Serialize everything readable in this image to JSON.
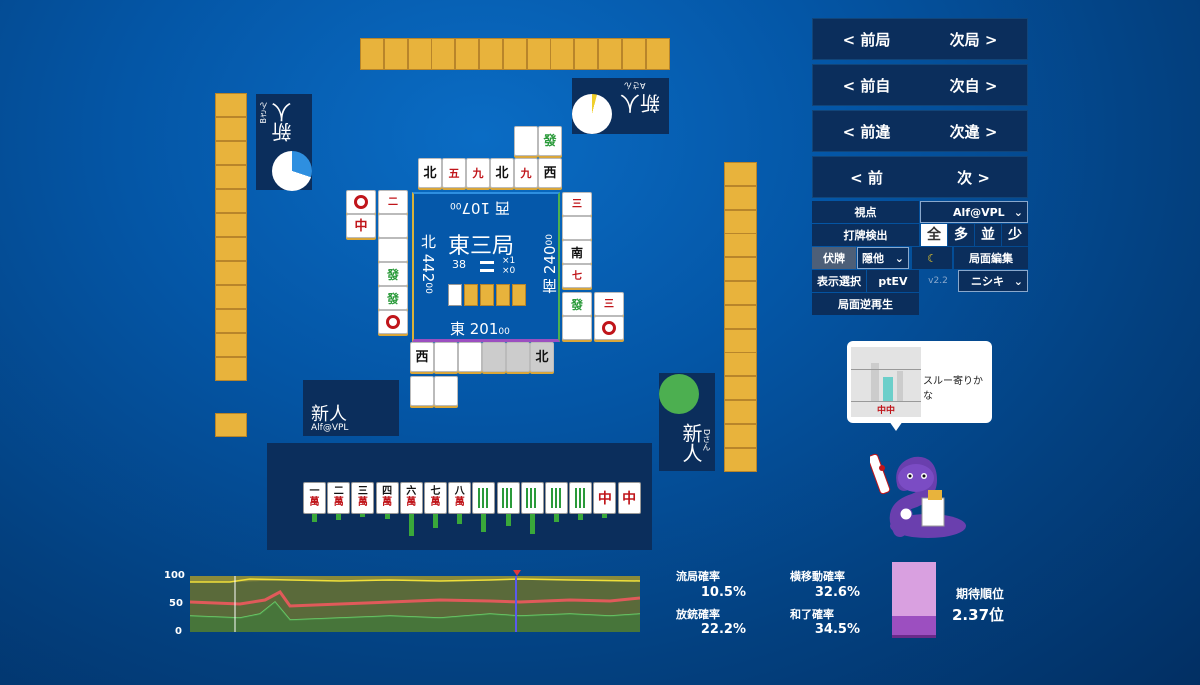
{
  "nav": {
    "prev_round": "< 前局",
    "next_round": "次局 >",
    "prev_self": "< 前自",
    "next_self": "次自 >",
    "prev_diff": "< 前違",
    "next_diff": "次違 >",
    "prev": "< 前",
    "next": "次 >"
  },
  "settings": {
    "viewpoint_label": "視点",
    "viewpoint_value": "Alf@VPL",
    "discard_detect_label": "打牌検出",
    "detect_options": [
      "全",
      "多",
      "並",
      "少"
    ],
    "hidden_label": "伏牌",
    "hidden_value": "隠他",
    "moon_icon": "☾",
    "edit_label": "局面編集",
    "display_select_label": "表示選択",
    "ptev_label": "ptEV",
    "version": "v2.2",
    "model_value": "ニシキ",
    "reverse_label": "局面逆再生"
  },
  "center": {
    "round": "東三局",
    "remaining": "38",
    "honba": "×1",
    "riichi": "×0",
    "scores": {
      "east": "東 201",
      "east_sub": "00",
      "south": "南 240",
      "south_sub": "00",
      "west": "西 107",
      "west_sub": "00",
      "north": "北 442",
      "north_sub": "00"
    }
  },
  "players": {
    "self_name": "新人",
    "self_id": "Alf@VPL",
    "left_name": "新人",
    "left_id": "Bさん",
    "top_name": "新人",
    "top_id": "Aさん",
    "right_name": "新人",
    "right_id": "Dさん"
  },
  "hand": [
    {
      "top": "一",
      "bot": "萬"
    },
    {
      "top": "二",
      "bot": "萬"
    },
    {
      "top": "三",
      "bot": "萬"
    },
    {
      "top": "四",
      "bot": "萬"
    },
    {
      "top": "六",
      "bot": "萬"
    },
    {
      "top": "七",
      "bot": "萬"
    },
    {
      "top": "八",
      "bot": "萬"
    },
    {
      "top": "",
      "bot": ""
    },
    {
      "top": "",
      "bot": ""
    },
    {
      "top": "",
      "bot": ""
    },
    {
      "top": "",
      "bot": ""
    },
    {
      "top": "",
      "bot": ""
    },
    {
      "top": "中",
      "bot": ""
    },
    {
      "top": "中",
      "bot": ""
    }
  ],
  "hint": {
    "text": "スルー寄りかな",
    "tiles": "中中"
  },
  "graph": {
    "y_labels": [
      "100",
      "50",
      "0"
    ]
  },
  "stats": {
    "ryukyoku_label": "流局確率",
    "ryukyoku_value": "10.5%",
    "houju_label": "放銃確率",
    "houju_value": "22.2%",
    "yoko_label": "横移動確率",
    "yoko_value": "32.6%",
    "agari_label": "和了確率",
    "agari_value": "34.5%",
    "expected_label": "期待順位",
    "expected_value": "2.37位"
  },
  "colors": {
    "accent": "#e8b33c",
    "panel": "#0b2e5c",
    "pie_blue": "#2e8fe0",
    "pie_yellow": "#f0cf2b",
    "green": "#4caf50",
    "purple": "#9c4fc0"
  }
}
